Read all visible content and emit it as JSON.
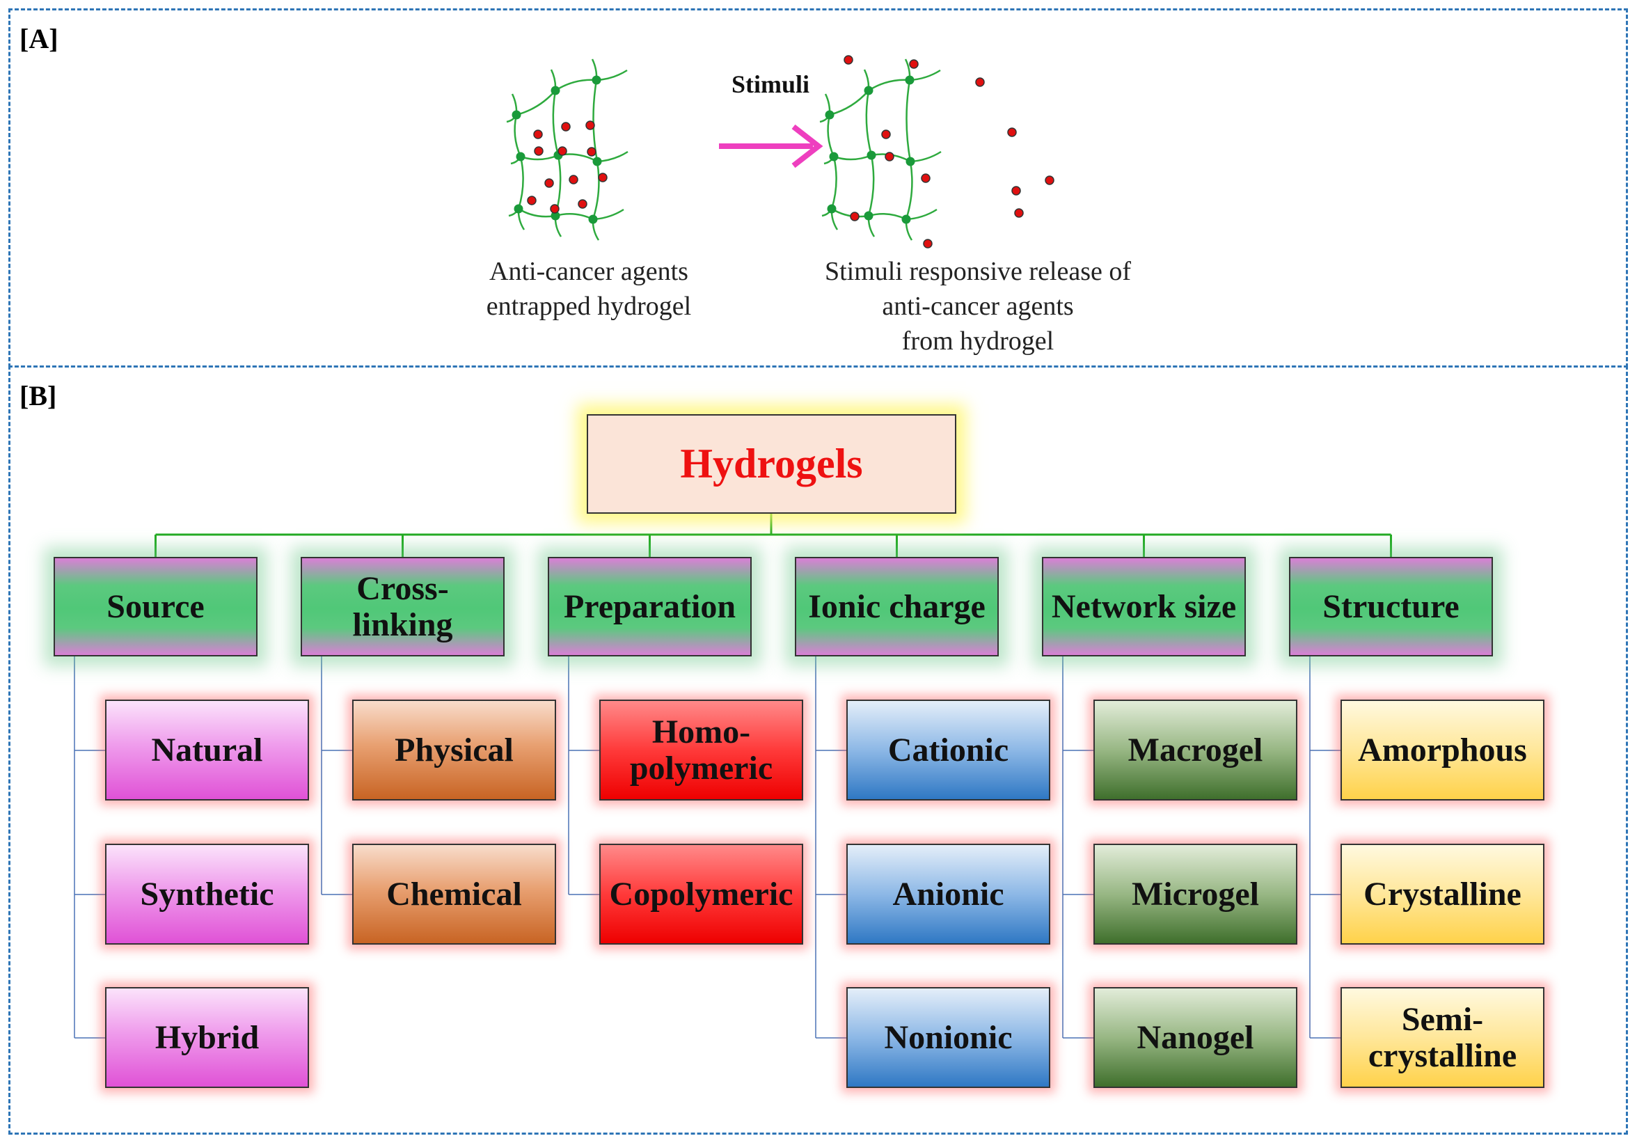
{
  "panel_a": {
    "label": "[A]",
    "stimuli_label": "Stimuli",
    "caption_left": [
      "Anti-cancer agents",
      "entrapped hydrogel"
    ],
    "caption_right": [
      "Stimuli responsive release of",
      "anti-cancer agents",
      "from hydrogel"
    ],
    "colors": {
      "network": "#2eaa3e",
      "node": "#1a9a3a",
      "agent": "#e01010",
      "arrow": "#ee3fbf"
    }
  },
  "panel_b": {
    "label": "[B]",
    "root": "Hydrogels",
    "categories": [
      {
        "label": "Source",
        "items": [
          "Natural",
          "Synthetic",
          "Hybrid"
        ]
      },
      {
        "label": "Cross-\nlinking",
        "items": [
          "Physical",
          "Chemical"
        ]
      },
      {
        "label": "Preparation",
        "items": [
          "Homo-\npolymeric",
          "Copolymeric"
        ]
      },
      {
        "label": "Ionic charge",
        "items": [
          "Cationic",
          "Anionic",
          "Nonionic"
        ]
      },
      {
        "label": "Network size",
        "items": [
          "Macrogel",
          "Microgel",
          "Nanogel"
        ]
      },
      {
        "label": "Structure",
        "items": [
          "Amorphous",
          "Crystalline",
          "Semi-\ncrystalline"
        ]
      }
    ],
    "colors": {
      "connector_top": "#22aa22",
      "connector_branch": "#4a72b5",
      "root_text": "#ee1111",
      "frame": "#2e75b6"
    }
  }
}
